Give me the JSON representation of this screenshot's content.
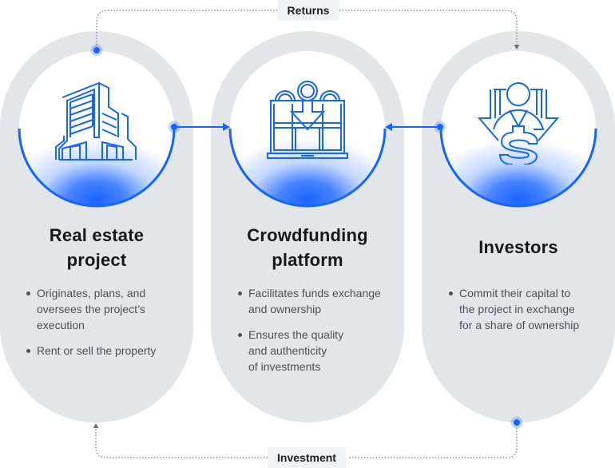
{
  "connectors": {
    "returns_label": "Returns",
    "investment_label": "Investment"
  },
  "columns": [
    {
      "id": "real-estate-project",
      "icon": "building-icon",
      "title_lines": [
        "Real estate",
        "project"
      ],
      "bullets": [
        {
          "lines": [
            "Originates, plans, and",
            "oversees the project’s",
            "execution"
          ]
        },
        {
          "lines": [
            "Rent or sell the property"
          ]
        }
      ]
    },
    {
      "id": "crowdfunding-platform",
      "icon": "laptop-download-icon",
      "title_lines": [
        "Crowdfunding",
        "platform"
      ],
      "bullets": [
        {
          "lines": [
            "Facilitates funds exchange",
            "and ownership"
          ]
        },
        {
          "lines": [
            "Ensures the quality",
            "and authenticity",
            "of investments"
          ]
        }
      ]
    },
    {
      "id": "investors",
      "icon": "investor-dollar-icon",
      "title_lines": [
        "Investors"
      ],
      "bullets": [
        {
          "lines": [
            "Commit their capital to",
            "the project in exchange",
            "for a share of ownership"
          ]
        }
      ]
    }
  ],
  "colors": {
    "accent": "#1465ff",
    "pill": "#e4e5e9",
    "dotted_line": "#8a8f98",
    "label_bg": "#f1f2f4",
    "heading": "#16181c",
    "body": "#4b5058"
  }
}
